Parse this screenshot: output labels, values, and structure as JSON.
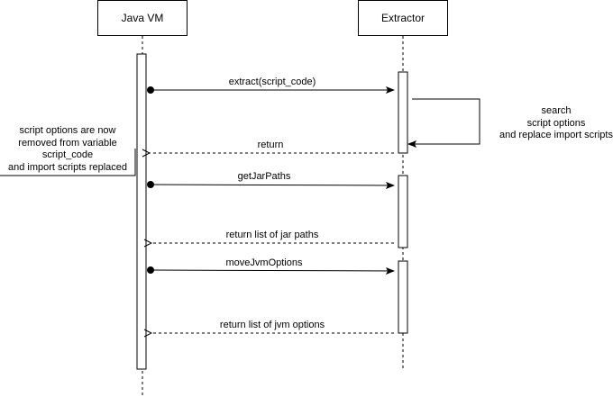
{
  "participants": {
    "java_vm": "Java VM",
    "extractor": "Extractor"
  },
  "messages": [
    {
      "label": "extract(script_code)",
      "kind": "call"
    },
    {
      "label": "return",
      "kind": "return"
    },
    {
      "label": "getJarPaths",
      "kind": "call"
    },
    {
      "label": "return list of jar paths",
      "kind": "return"
    },
    {
      "label": "moveJvmOptions",
      "kind": "call"
    },
    {
      "label": "return list of jvm options",
      "kind": "return"
    }
  ],
  "self_message_note": {
    "lines": [
      "search",
      "script options",
      "and replace import scripts"
    ]
  },
  "left_note": {
    "lines": [
      "script options are now",
      "removed from variable",
      "script_code",
      "and import scripts replaced"
    ]
  }
}
